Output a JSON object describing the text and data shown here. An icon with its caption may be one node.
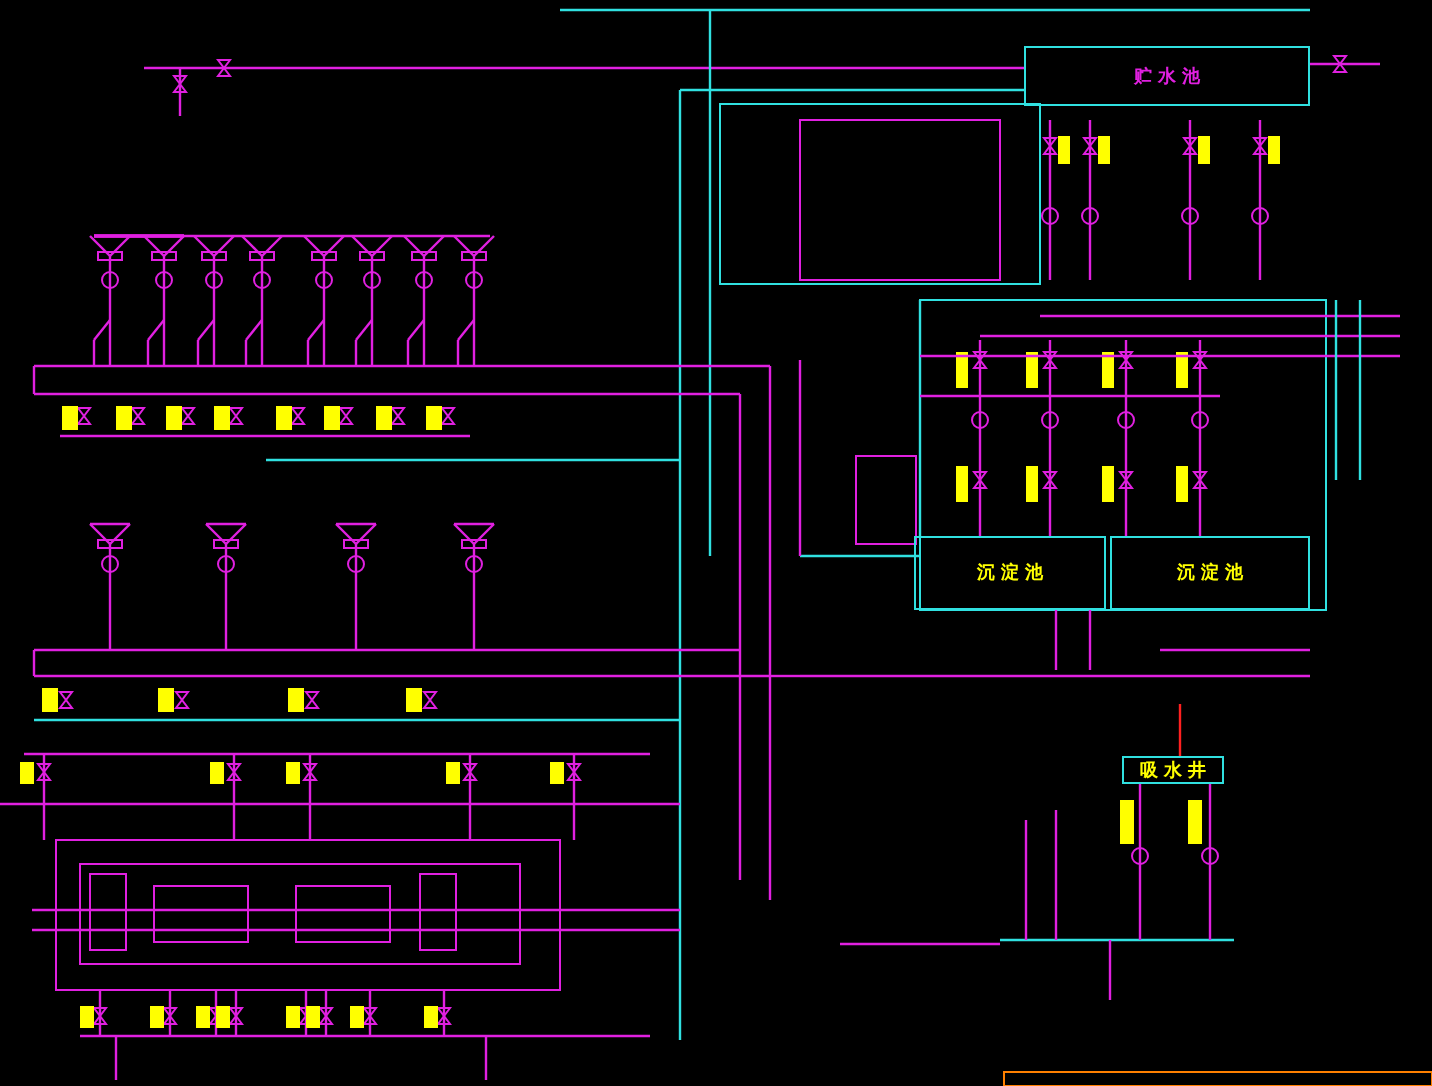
{
  "diagram": {
    "nodes": [
      {
        "text": [
          "贮 水 池"
        ]
      },
      {
        "text": [
          "沉 淀 池"
        ]
      },
      {
        "text": [
          "沉 淀 池"
        ]
      },
      {
        "text": [
          "吸 水 井"
        ]
      }
    ]
  }
}
